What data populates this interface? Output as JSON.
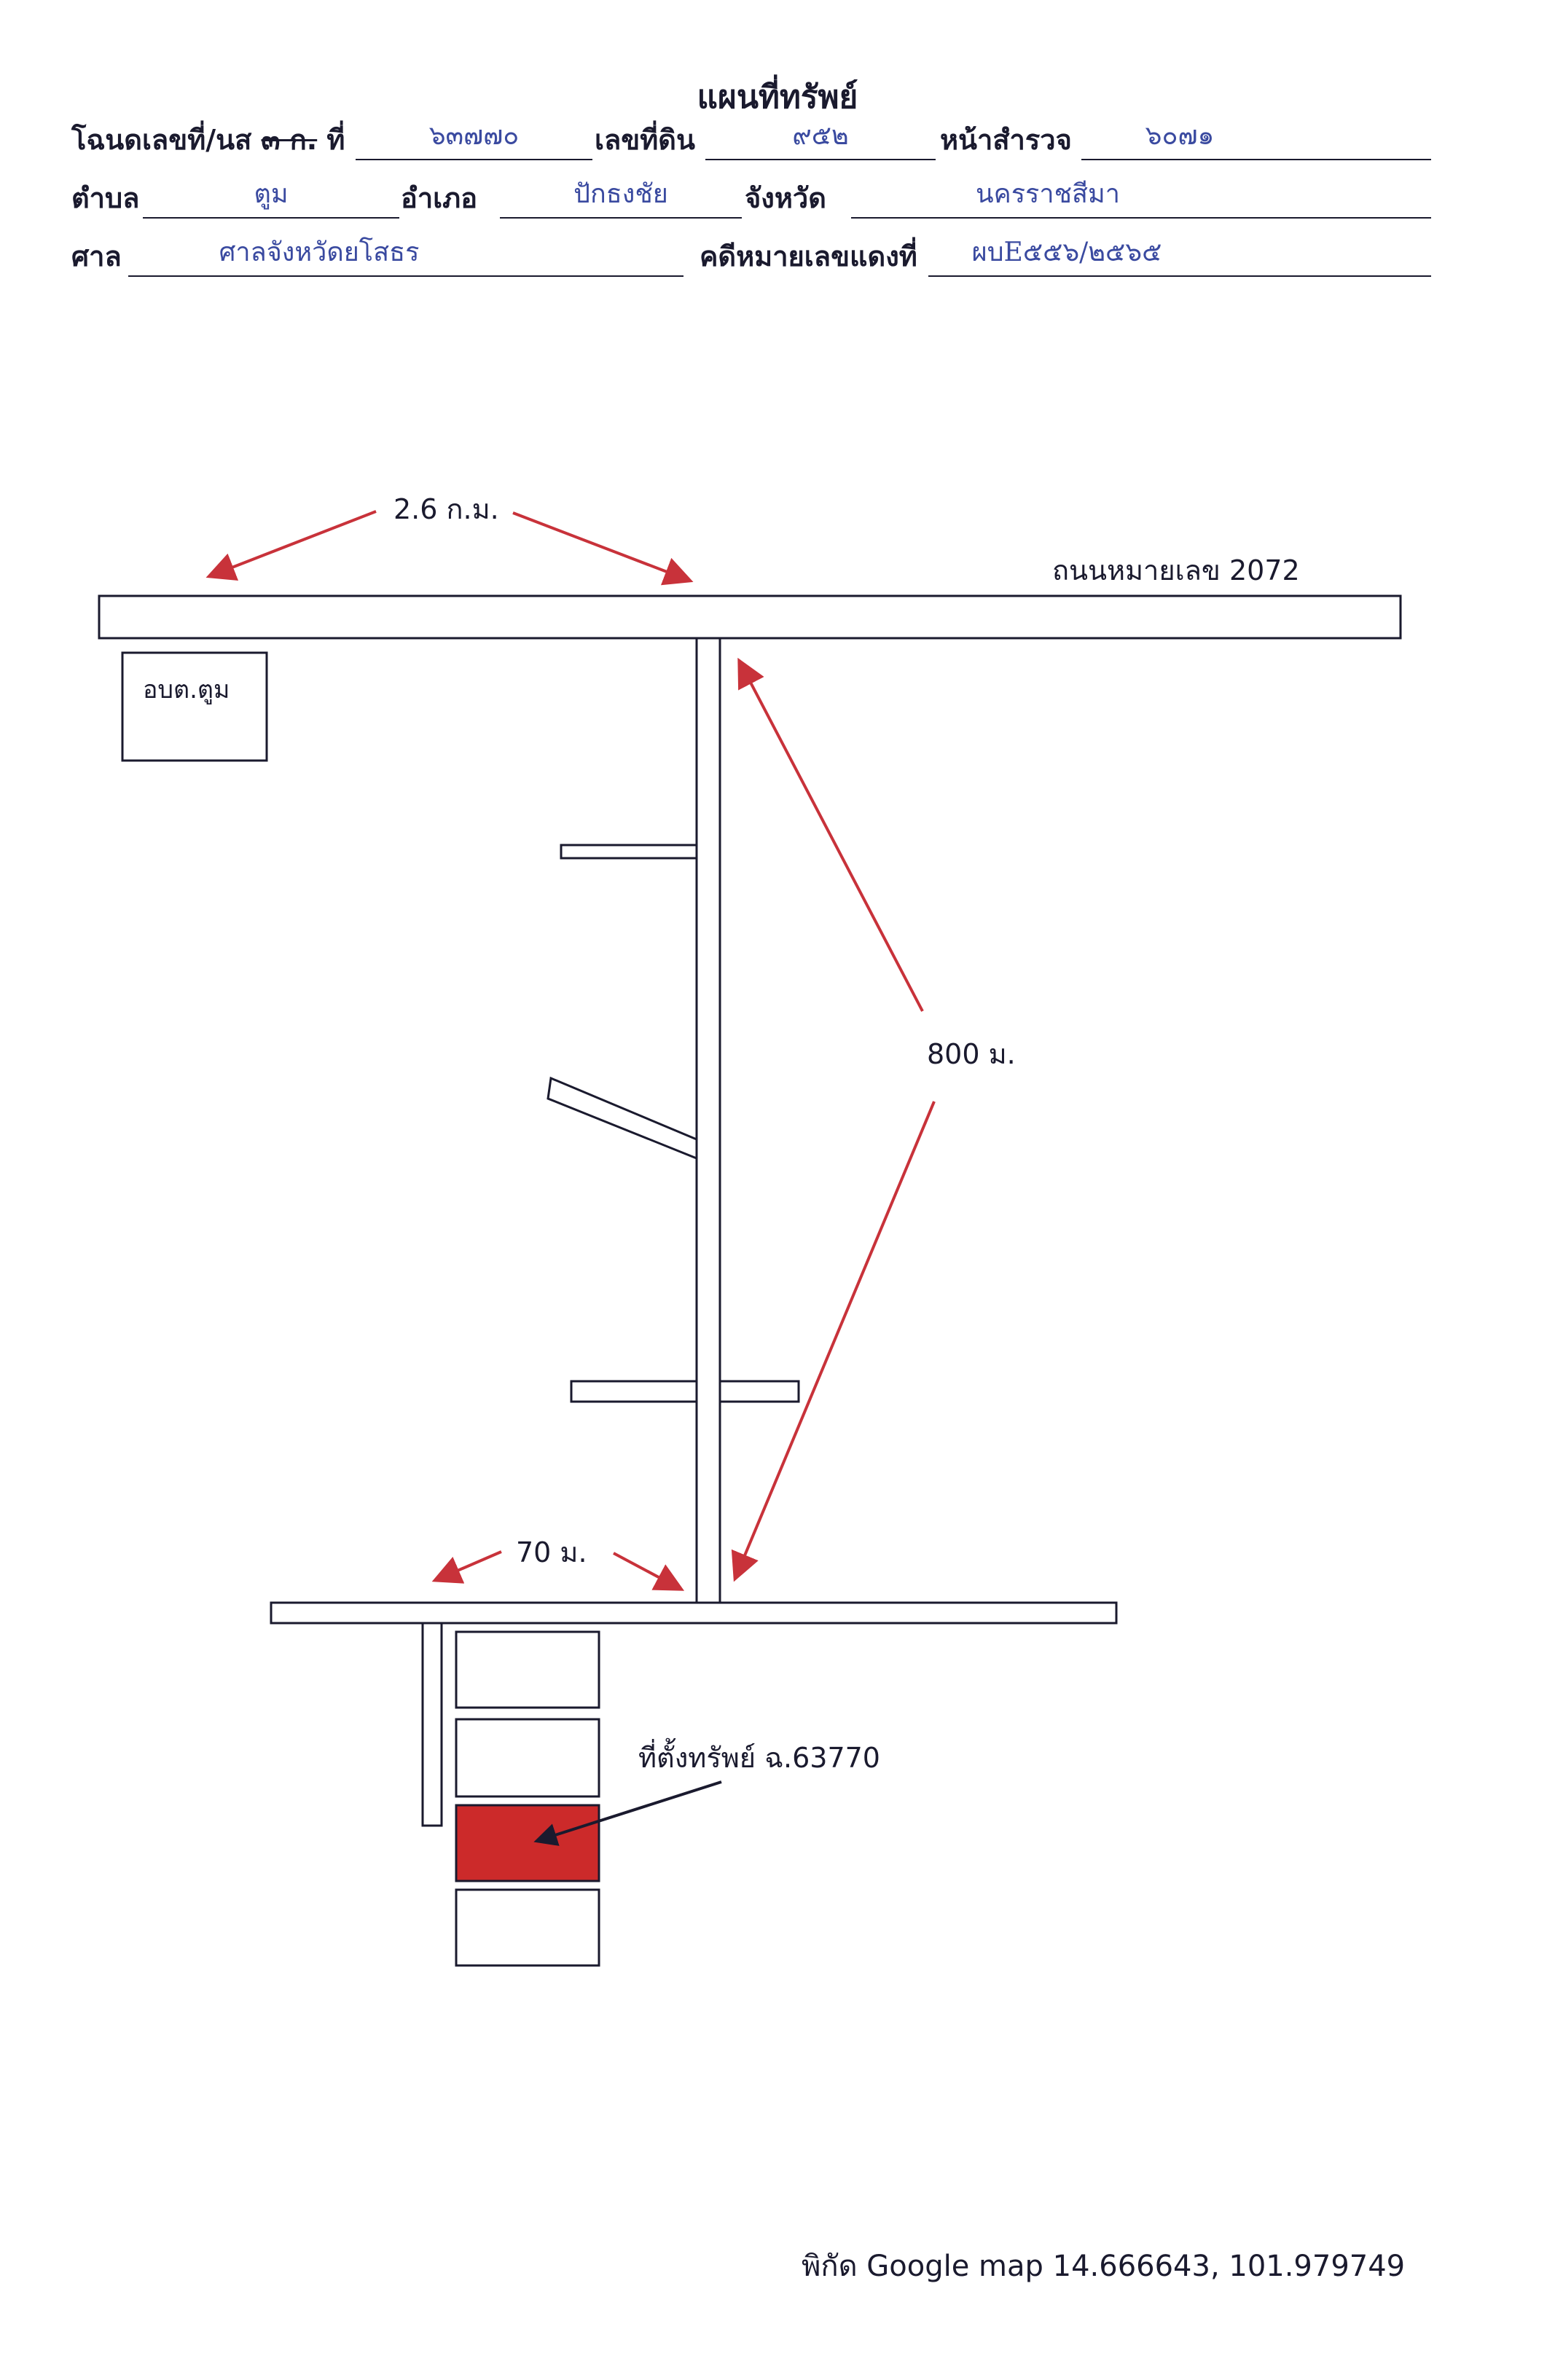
{
  "header": {
    "title": "แผนที่ทรัพย์",
    "deed_label": "โฉนดเลขที่/นส",
    "deed_strike": "๓ ก.",
    "no_label": "ที่",
    "no_value": "๖๓๗๗๐",
    "land_no_label": "เลขที่ดิน",
    "land_no_value": "๙๕๒",
    "survey_page_label": "หน้าสำรวจ",
    "survey_page_value": "๖๐๗๑",
    "subdistrict_label": "ตำบล",
    "subdistrict_value": "ตูม",
    "district_label": "อำเภอ",
    "district_value": "ปักธงชัย",
    "province_label": "จังหวัด",
    "province_value": "นครราชสีมา",
    "court_label": "ศาล",
    "court_value": "ศาลจังหวัดยโสธร",
    "case_label": "คดีหมายเลขแดงที่",
    "case_value": "ผบE๕๕๖/๒๕๖๕"
  },
  "map": {
    "highway_label": "ถนนหมายเลข 2072",
    "distance_top": "2.6 ก.ม.",
    "office_label": "อบต.ตูม",
    "distance_side": "800 ม.",
    "distance_bottom": "70 ม.",
    "property_label": "ที่ตั้งทรัพย์ ฉ.63770",
    "property_color": "#cc2a2a",
    "arrow_color": "#c8323a",
    "outline_color": "#1a1a2e"
  },
  "footer": {
    "coords": "พิกัด Google map  14.666643, 101.979749"
  }
}
